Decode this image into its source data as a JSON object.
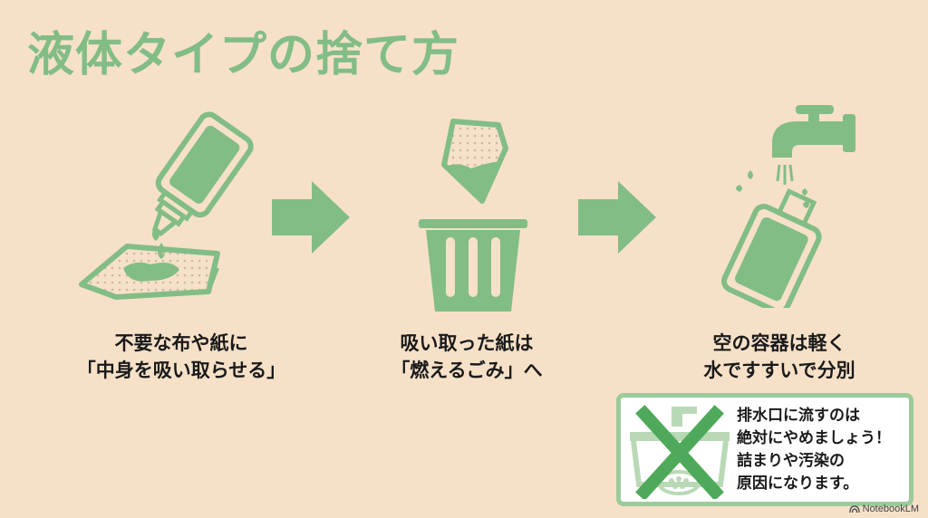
{
  "title": "液体タイプの捨て方",
  "steps": [
    {
      "icon": "bottle-pouring-on-cloth-icon",
      "lines": [
        "不要な布や紙に",
        "「中身を吸い取らせる」"
      ]
    },
    {
      "icon": "paper-into-trash-can-icon",
      "lines": [
        "吸い取った紙は",
        "「燃えるごみ」へ"
      ]
    },
    {
      "icon": "faucet-rinsing-bottle-icon",
      "lines": [
        "空の容器は軽く",
        "水ですすいで分別"
      ]
    }
  ],
  "arrows": [
    "arrow-right-icon",
    "arrow-right-icon"
  ],
  "warning": {
    "icon": "sink-drain-prohibited-icon",
    "lines": [
      "排水口に流すのは",
      "絶対にやめましょう！",
      "詰まりや汚染の",
      "原因になります。"
    ]
  },
  "watermark": "NotebookLM",
  "colors": {
    "background": "#f6e1c8",
    "accent_green": "#82bd86",
    "x_mark": "#4fa95a",
    "text": "#1a1a1a"
  }
}
